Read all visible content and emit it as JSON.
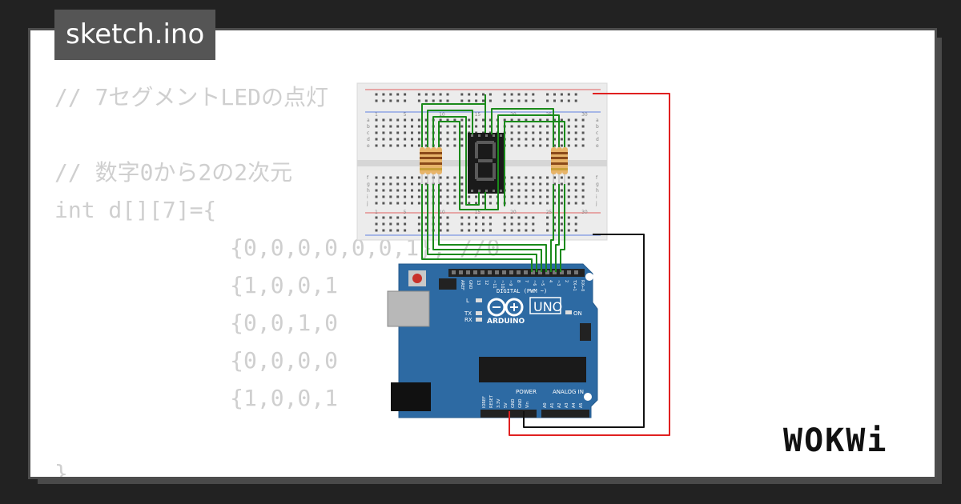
{
  "title": "sketch.ino",
  "logo": "WOKWi",
  "code_lines": [
    "// 7セグメントLEDの点灯",
    "",
    "// 数字0から2の2次元",
    "int d[][7]={",
    "             {0,0,0,0,0,0,1}, //0",
    "             {1,0,0,1",
    "             {0,0,1,0",
    "             {0,0,0,0",
    "             {1,0,0,1",
    "",
    "}"
  ],
  "breadboard": {
    "column_labels": [
      "1",
      "5",
      "10",
      "15",
      "20",
      "25",
      "30"
    ],
    "row_labels_top": [
      "a",
      "b",
      "c",
      "d",
      "e"
    ],
    "row_labels_bottom": [
      "f",
      "g",
      "h",
      "i",
      "j"
    ]
  },
  "arduino": {
    "model": "UNO",
    "brand": "ARDUINO",
    "digital_label": "DIGITAL (PWM ~)",
    "power_label": "POWER",
    "analog_label": "ANALOG IN",
    "on_label": "ON",
    "l_label": "L",
    "tx_label": "TX",
    "rx_label": "RX",
    "digital_pins": [
      "AREF",
      "GND",
      "13",
      "12",
      "~11",
      "~10",
      "~9",
      "8",
      "7",
      "~6",
      "~5",
      "4",
      "~3",
      "2",
      "TX→1",
      "RX←0"
    ],
    "power_pins": [
      "IOREF",
      "RESET",
      "3.3V",
      "5V",
      "GND",
      "GND",
      "Vin"
    ],
    "analog_pins": [
      "A0",
      "A1",
      "A2",
      "A3",
      "A4",
      "A5"
    ]
  },
  "colors": {
    "wire_green": "#1a8a1a",
    "wire_red": "#e02020",
    "wire_black": "#111111",
    "board_blue": "#2d6aa3",
    "breadboard": "#ececec",
    "segment_on": "#5a5a5a",
    "segment_body": "#1a1a1a"
  }
}
